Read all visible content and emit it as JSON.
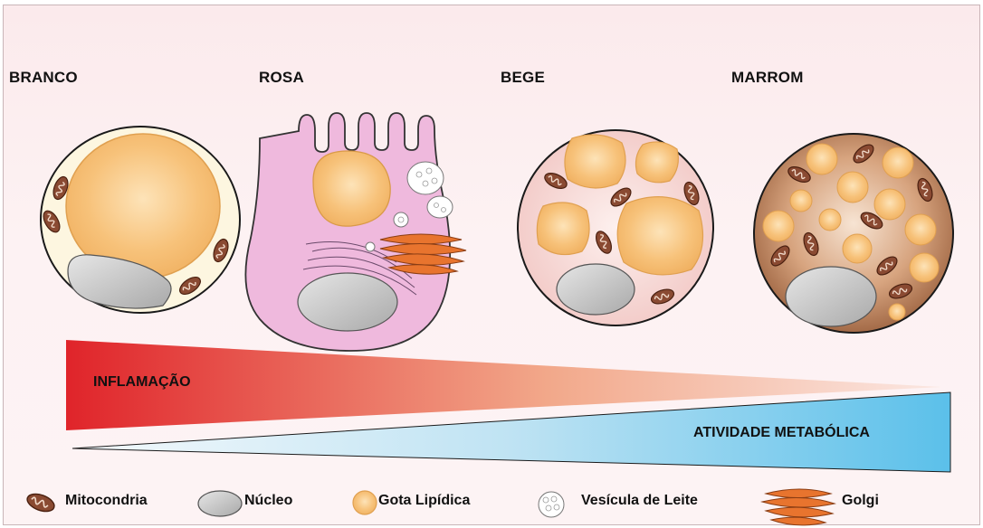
{
  "cells": [
    {
      "title": "BRANCO"
    },
    {
      "title": "ROSA"
    },
    {
      "title": "BEGE"
    },
    {
      "title": "MARROM"
    }
  ],
  "gradients": {
    "inflammation_label": "INFLAMAÇÃO",
    "metabolic_label": "ATIVIDADE METABÓLICA"
  },
  "legend": {
    "mitochondria": "Mitocondria",
    "nucleus": "Núcleo",
    "lipid_drop": "Gota Lipídica",
    "milk_vesicle": "Vesícula de Leite",
    "golgi": "Golgi"
  },
  "colors": {
    "inflammation": "#e0242a",
    "metabolic": "#5bc0ea",
    "lipid": "#f5c37a",
    "mito": "#8a4a32",
    "nucleus": "#b8b8b8",
    "golgi": "#e8742e"
  }
}
